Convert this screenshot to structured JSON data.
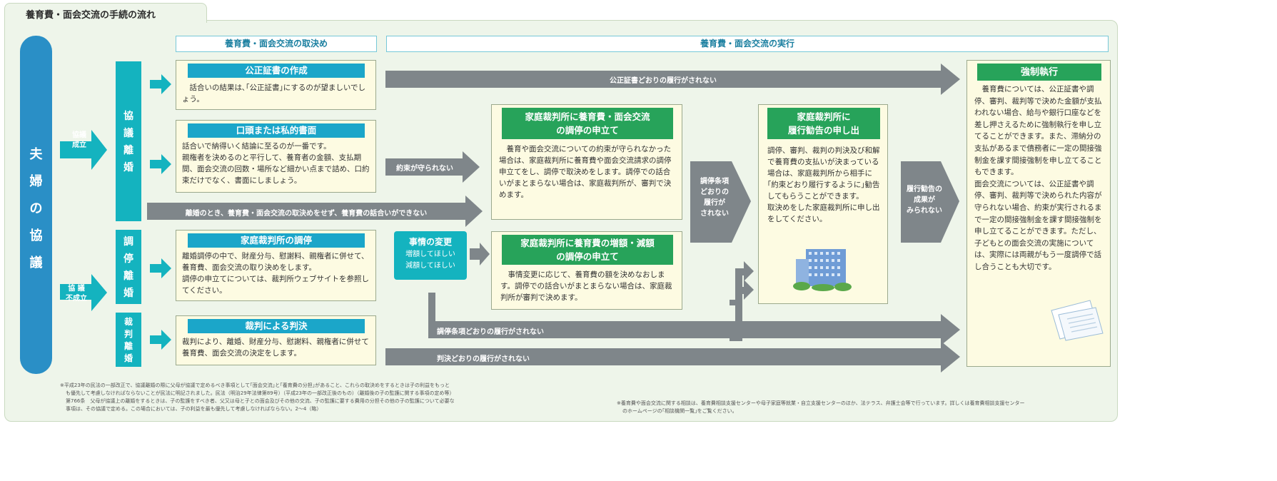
{
  "title": "養育費・面会交流の手続の流れ",
  "sections": {
    "agreement": "養育費・面会交流の取決め",
    "execution": "養育費・面会交流の実行"
  },
  "left_pill": [
    "夫",
    "婦",
    "の",
    "協",
    "議"
  ],
  "agree": {
    "established": [
      "協議",
      "成立"
    ],
    "not_established": [
      "協 議",
      "不成立"
    ]
  },
  "divorce_types": {
    "kyogi": [
      "協",
      "議",
      "離",
      "婚"
    ],
    "chotei": [
      "調",
      "停",
      "離",
      "婚"
    ],
    "saiban": [
      "裁",
      "判",
      "離",
      "婚"
    ]
  },
  "cards": {
    "notary": {
      "title": "公正証書の作成",
      "body": "話合いの結果は､｢公正証書｣にするのが望ましいでしょう。"
    },
    "oral": {
      "title": "口頭または私的書面",
      "body": "話合いで納得いく結論に至るのが一番です。\n親権者を決めるのと平行して、養育者の金額、支払期間、面会交流の回数・場所など細かい点まで詰め、口約束だけでなく、書面にしましょう。"
    },
    "court_chotei": {
      "title": "家庭裁判所の調停",
      "body": "離婚調停の中で、財産分与、慰謝料、親権者に併せて、養育費、面会交流の取り決めをします。\n調停の申立てについては、裁判所ウェブサイトを参照してください。"
    },
    "judgment": {
      "title": "裁判による判決",
      "body": "裁判により、離婚、財産分与、慰謝料、親権者に併せて養育費、面会交流の決定をします。"
    },
    "mediation_apply": {
      "title_lines": [
        "家庭裁判所に養育費・面会交流",
        "の調停の申立て"
      ],
      "body": "養育や面会交流についての約束が守られなかった場合は、家庭裁判所に養育費や面会交流請求の調停申立てをし、調停で取決めをします。調停での話合いがまとまらない場合は、家庭裁判所が、審判で決めます。"
    },
    "increase_apply": {
      "title_lines": [
        "家庭裁判所に養育費の増額・減額",
        "の調停の申立て"
      ],
      "body": "事情変更に応じて、養育費の額を決めなおします。調停での話合いがまとまらない場合は、家庭裁判所が審判で決めます。"
    },
    "recommend": {
      "title_lines": [
        "家庭裁判所に",
        "履行勧告の申し出"
      ],
      "body": "調停、審判、裁判の判決及び和解で養育費の支払いが決まっている場合は、家庭裁判所から相手に｢約束どおり履行するように｣勧告してもらうことができます。\n取決めをした家庭裁判所に申し出をしてください。"
    },
    "enforce": {
      "title": "強制執行",
      "body": "養育費については、公正証書や調停、審判、裁判等で決めた金額が支払われない場合、給与や銀行口座などを差し押さえるために強制執行を申し立てることができます。また、滞納分の支払があるまで債務者に一定の間接強制金を課す間接強制を申し立てることもできます。\n面会交流については、公正証書や調停、審判、裁判等で決められた内容が守られない場合、約束が実行されるまで一定の間接強制金を課す間接強制を申し立てることができます。ただし、子どもとの面会交流の実施については、実際には両親がもう一度調停で話し合うことも大切です。"
    }
  },
  "change": {
    "title": "事情の変更",
    "lines": [
      "増額してほしい",
      "減額してほしい"
    ]
  },
  "arrows": {
    "notary_fail": "公正証書どおりの履行がされない",
    "promise_fail": "約束が守られない",
    "no_agreement": "離婚のとき、養育費・面会交流の取決めをせず、養育費の話合いができない",
    "chotei_fail": "調停条項どおりの履行がされない",
    "judgment_fail": "判決どおりの履行がされない",
    "mid_chevron": [
      "調停条項",
      "どおりの",
      "履行が",
      "されない"
    ],
    "right_chevron": [
      "履行勧告の",
      "成果が",
      "みられない"
    ]
  },
  "footnotes": {
    "left": [
      "※平成23年の民法の一部改正で、協議離婚の際に父母が協議で定めるべき事項として｢面会交流｣と｢養育費の分担｣があること、これらの取決めをするときは子の利益をもっと",
      "も優先して考慮しなければならないことが民法に明記されました。民法（明治29年法律第89号）（平成23年の一部改正後のもの）（離婚後の子の監護に関する事項の定め等）",
      "第766条　父母が協議上の離婚をするときは、子の監護をすべき者、父又は母と子との面会及びその他の交流、子の監護に要する費用の分担その他の子の監護について必要な",
      "事項は、その協議で定める。この場合においては、子の利益を最も優先して考慮しなければならない。2～4（略）"
    ],
    "right": [
      "※養育費や面会交流に関する相談は、養育費相談支援センターや母子家庭等就業・自立支援センターのほか、法テラス、弁護士会等で行っています。詳しくは養育費相談支援センター",
      "のホームページの｢相談機関一覧｣をご覧ください。"
    ]
  },
  "colors": {
    "teal": "#14b3bf",
    "blue": "#1ba6c9",
    "green": "#27a35a",
    "gray": "#7f868a",
    "bg": "#eef5ea",
    "card": "#fdfbe2",
    "pill": "#2a8fc6"
  }
}
